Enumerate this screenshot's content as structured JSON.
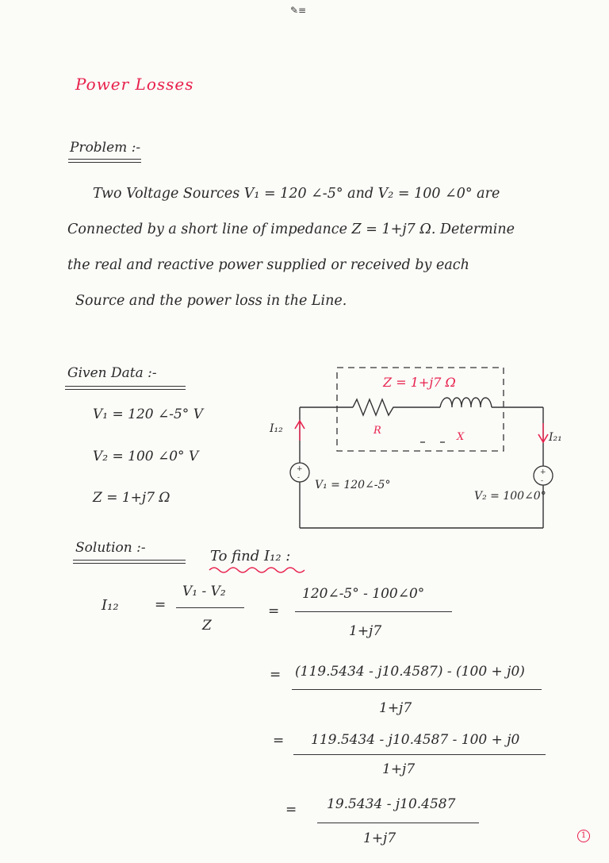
{
  "header_mark": "✎≡",
  "title": "Power Losses",
  "problem": {
    "heading": "Problem :-",
    "lines": [
      "Two Voltage Sources V₁ = 120 ∠-5° and V₂ = 100 ∠0° are",
      "Connected by a short line of impedance Z = 1+j7 Ω. Determine",
      "the real and reactive power supplied or received by each",
      "Source and the power loss in the Line."
    ]
  },
  "given": {
    "heading": "Given Data :-",
    "items": [
      "V₁ = 120 ∠-5° V",
      "V₂ = 100 ∠0° V",
      "Z = 1+j7 Ω"
    ]
  },
  "circuit": {
    "impedance": "Z = 1+j7 Ω",
    "r_label": "R",
    "x_label": "X",
    "i12": "I₁₂",
    "i21": "I₂₁",
    "v1": "V₁ = 120∠-5°",
    "v2": "V₂ = 100∠0°"
  },
  "solution": {
    "heading": "Solution :-",
    "subheading": "To find I₁₂ :",
    "lhs": "I₁₂",
    "eq_sign": "=",
    "r1_num": "V₁ - V₂",
    "r1_den": "Z",
    "r2_num": "120∠-5° - 100∠0°",
    "r2_den": "1+j7",
    "r3_num": "(119.5434 - j10.4587) - (100 + j0)",
    "r3_den": "1+j7",
    "r4_num": "119.5434 - j10.4587 - 100 + j0",
    "r4_den": "1+j7",
    "r5_num": "19.5434 - j10.4587",
    "r5_den": "1+j7"
  },
  "page_number": "1"
}
